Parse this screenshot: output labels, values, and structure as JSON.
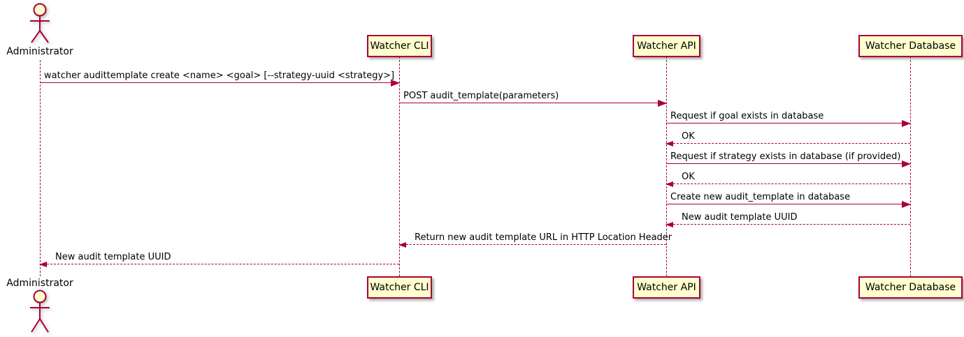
{
  "diagram": {
    "type": "sequence-diagram",
    "colors": {
      "line": "#A80036",
      "participant_fill": "#FEFECE",
      "participant_border": "#A80036",
      "text": "#000000",
      "background": "#FFFFFF"
    },
    "actor": {
      "label": "Administrator"
    },
    "participants": [
      {
        "label": "Watcher CLI"
      },
      {
        "label": "Watcher API"
      },
      {
        "label": "Watcher Database"
      }
    ],
    "messages": [
      {
        "from": "Administrator",
        "to": "Watcher CLI",
        "line": "solid",
        "label": "watcher audittemplate create <name> <goal> [--strategy-uuid <strategy>]"
      },
      {
        "from": "Watcher CLI",
        "to": "Watcher API",
        "line": "solid",
        "label": "POST audit_template(parameters)"
      },
      {
        "from": "Watcher API",
        "to": "Watcher Database",
        "line": "solid",
        "label": "Request if goal exists in database"
      },
      {
        "from": "Watcher Database",
        "to": "Watcher API",
        "line": "dashed",
        "label": "OK"
      },
      {
        "from": "Watcher API",
        "to": "Watcher Database",
        "line": "solid",
        "label": "Request if strategy exists in database (if provided)"
      },
      {
        "from": "Watcher Database",
        "to": "Watcher API",
        "line": "dashed",
        "label": "OK"
      },
      {
        "from": "Watcher API",
        "to": "Watcher Database",
        "line": "solid",
        "label": "Create new audit_template in database"
      },
      {
        "from": "Watcher Database",
        "to": "Watcher API",
        "line": "dashed",
        "label": "New audit template UUID"
      },
      {
        "from": "Watcher API",
        "to": "Watcher CLI",
        "line": "dashed",
        "label": "Return new audit template URL in HTTP Location Header"
      },
      {
        "from": "Watcher CLI",
        "to": "Administrator",
        "line": "dashed",
        "label": "New audit template UUID"
      }
    ]
  }
}
